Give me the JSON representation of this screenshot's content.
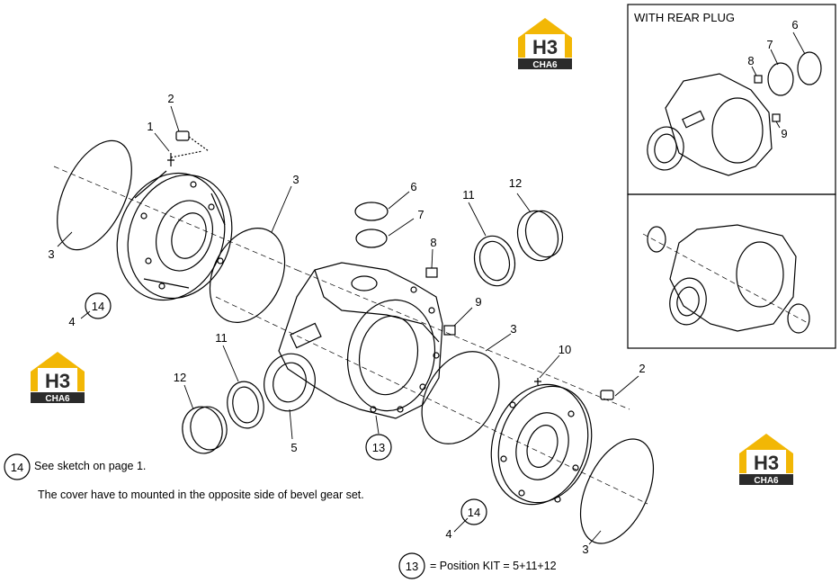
{
  "diagram": {
    "inset_title": "WITH REAR PLUG",
    "brand": {
      "h3": "H3",
      "sub": "CHA6"
    },
    "parts_main": [
      "1",
      "2",
      "3",
      "3",
      "3",
      "4",
      "5",
      "6",
      "7",
      "8",
      "9",
      "10",
      "11",
      "11",
      "12",
      "12",
      "2",
      "3",
      "4"
    ],
    "parts_inset": [
      "6",
      "7",
      "8",
      "9"
    ],
    "kits": {
      "k14_top": "14",
      "k14_bottom": "14",
      "k13_body": "13",
      "k14_note": "14",
      "k13_note": "13"
    },
    "notes": {
      "see_sketch": "See sketch on page 1.",
      "cover_note": "The cover have to mounted  in  the opposite side of bevel gear set.",
      "kit_13": "= Position KIT = 5+11+12"
    },
    "colors": {
      "brand_yellow": "#f2b705",
      "brand_dark": "#2b2b2b",
      "line": "#000000"
    }
  }
}
